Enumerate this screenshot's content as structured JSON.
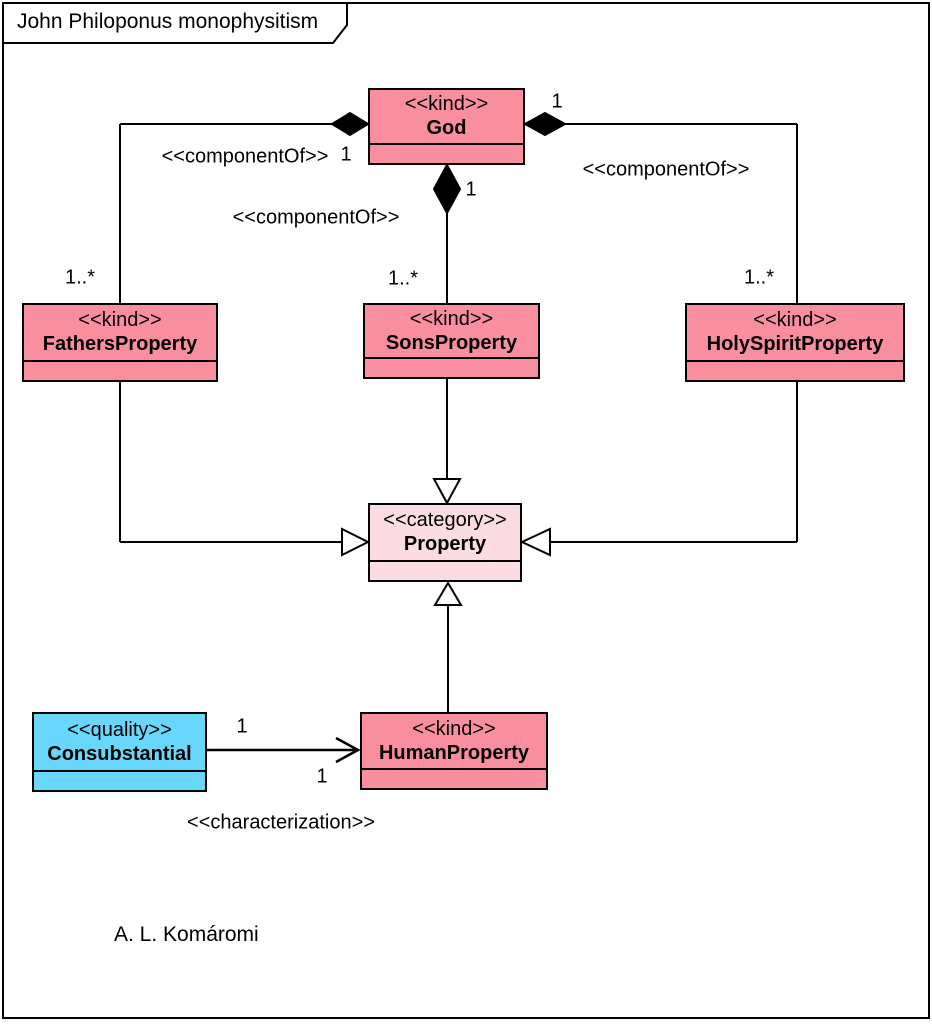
{
  "frame": {
    "title": "John Philoponus monophysitism",
    "attribution": "A. L. Komáromi"
  },
  "colors": {
    "kind_fill": "#F98E9F",
    "category_fill": "#FBDCE2",
    "quality_fill": "#69D6FB",
    "line_color": "#000000",
    "background": "#FFFFFF"
  },
  "classes": {
    "god": {
      "stereotype": "<<kind>>",
      "name": "God"
    },
    "fathers_property": {
      "stereotype": "<<kind>>",
      "name": "FathersProperty"
    },
    "sons_property": {
      "stereotype": "<<kind>>",
      "name": "SonsProperty"
    },
    "holy_spirit_property": {
      "stereotype": "<<kind>>",
      "name": "HolySpiritProperty"
    },
    "property": {
      "stereotype": "<<category>>",
      "name": "Property"
    },
    "human_property": {
      "stereotype": "<<kind>>",
      "name": "HumanProperty"
    },
    "consubstantial": {
      "stereotype": "<<quality>>",
      "name": "Consubstantial"
    }
  },
  "edges": {
    "god_fathers_composition": {
      "stereotype": "<<componentOf>>",
      "whole_multiplicity": "1",
      "part_multiplicity": "1..*"
    },
    "god_sons_composition": {
      "stereotype": "<<componentOf>>",
      "whole_multiplicity": "1",
      "part_multiplicity": "1..*"
    },
    "god_holyspirit_composition": {
      "stereotype": "<<componentOf>>",
      "whole_multiplicity": "1",
      "part_multiplicity": "1..*"
    },
    "consubstantial_human_characterization": {
      "stereotype": "<<characterization>>",
      "source_multiplicity": "1",
      "target_multiplicity": "1"
    }
  }
}
